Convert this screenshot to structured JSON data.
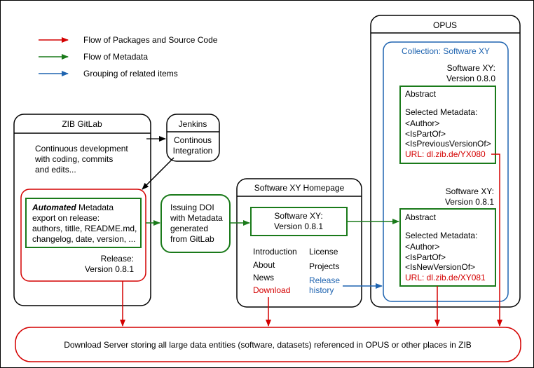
{
  "colors": {
    "packages": "#d40000",
    "metadata": "#1a7a1a",
    "grouping": "#1f64b0",
    "black": "#000000"
  },
  "legend": {
    "packages": "Flow of Packages and Source Code",
    "metadata": "Flow of Metadata",
    "grouping": "Grouping of related items"
  },
  "gitlab": {
    "title": "ZIB GitLab",
    "desc": [
      "Continuous development",
      "with coding, commits",
      "and edits..."
    ],
    "export_bold": "Automated",
    "export_rest": " Metadata",
    "export_lines": [
      "export on release:",
      "authors, titlle, README.md,",
      "changelog, date, version, ..."
    ],
    "release_label": "Release:",
    "release_version": "Version 0.8.1"
  },
  "jenkins": {
    "title": "Jenkins",
    "lines": [
      "Continous",
      "Integration"
    ]
  },
  "doi": {
    "lines": [
      "Issuing DOI",
      "with Metadata",
      "generated",
      "from GitLab"
    ]
  },
  "homepage": {
    "title": "Software XY Homepage",
    "version_lines": [
      "Software XY:",
      "Version 0.8.1"
    ],
    "links_left": [
      "Introduction",
      "About",
      "News"
    ],
    "download": "Download",
    "links_right": [
      "License",
      "Projects"
    ],
    "release_history": [
      "Release",
      "history"
    ]
  },
  "opus": {
    "title": "OPUS",
    "collection": "Collection: Software XY",
    "entries": [
      {
        "version_lines": [
          "Software XY:",
          "Version 0.8.0"
        ],
        "abstract": "Abstract",
        "meta_lines": [
          "Selected Metadata:",
          "<Author>",
          "<IsPartOf>",
          "<IsPreviousVersionOf>"
        ],
        "url": "URL: dl.zib.de/YX080"
      },
      {
        "version_lines": [
          "Software XY:",
          "Version 0.8.1"
        ],
        "abstract": "Abstract",
        "meta_lines": [
          "Selected Metadata:",
          "<Author>",
          "<IsPartOf>",
          "<IsNewVersionOf>"
        ],
        "url": "URL: dl.zib.de/XY081"
      }
    ]
  },
  "download_server": {
    "text": "Download Server storing all large data entities (software, datasets) referenced in OPUS or other places in ZIB"
  }
}
